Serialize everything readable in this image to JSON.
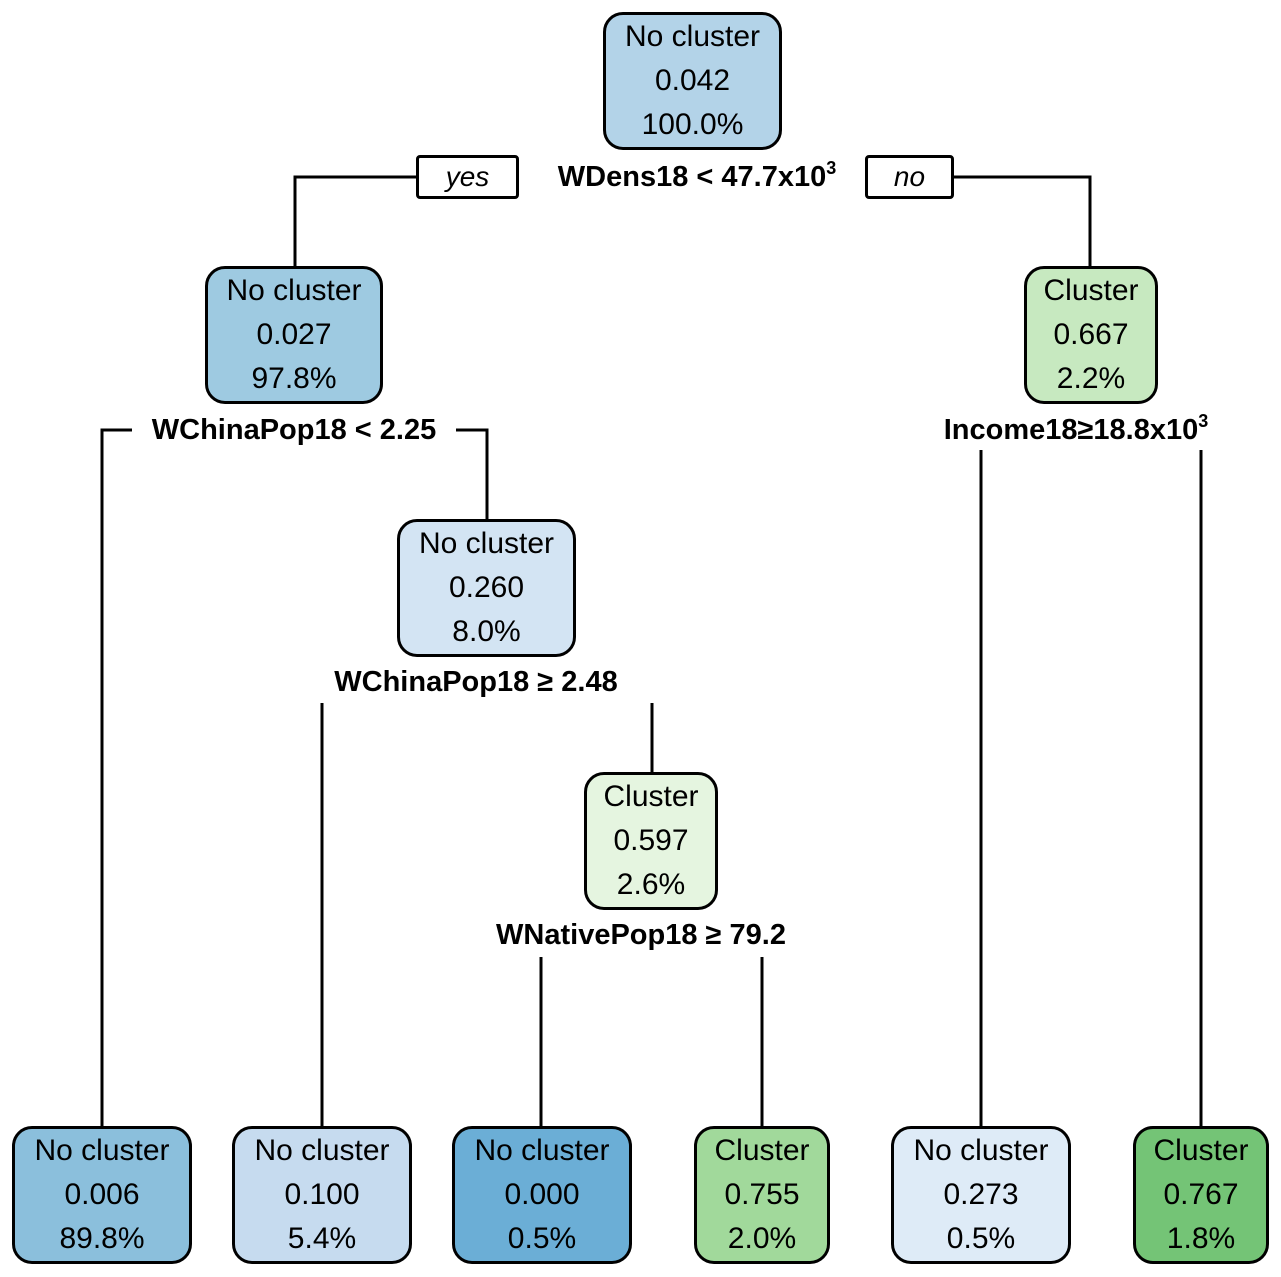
{
  "tree": {
    "nodes": {
      "root": {
        "label": "No cluster",
        "value": "0.042",
        "share": "100.0%",
        "fill": "#b3d3e8"
      },
      "n2": {
        "label": "No cluster",
        "value": "0.027",
        "share": "97.8%",
        "fill": "#9ecae1"
      },
      "n3": {
        "label": "Cluster",
        "value": "0.667",
        "share": "2.2%",
        "fill": "#c7e9c0"
      },
      "n5": {
        "label": "No cluster",
        "value": "0.260",
        "share": "8.0%",
        "fill": "#d3e4f3"
      },
      "n11": {
        "label": "Cluster",
        "value": "0.597",
        "share": "2.6%",
        "fill": "#e5f5e0"
      },
      "leaf1": {
        "label": "No cluster",
        "value": "0.006",
        "share": "89.8%",
        "fill": "#8bbfdc"
      },
      "leaf2": {
        "label": "No cluster",
        "value": "0.100",
        "share": "5.4%",
        "fill": "#c6dbef"
      },
      "leaf3": {
        "label": "No cluster",
        "value": "0.000",
        "share": "0.5%",
        "fill": "#6baed6"
      },
      "leaf4": {
        "label": "Cluster",
        "value": "0.755",
        "share": "2.0%",
        "fill": "#a1d99b"
      },
      "leaf5": {
        "label": "No cluster",
        "value": "0.273",
        "share": "0.5%",
        "fill": "#deebf7"
      },
      "leaf6": {
        "label": "Cluster",
        "value": "0.767",
        "share": "1.8%",
        "fill": "#74c476"
      }
    },
    "splits": {
      "root": {
        "text": "WDens18 < 47.7x10",
        "sup": "3"
      },
      "n2": {
        "text": "WChinaPop18 < 2.25",
        "sup": ""
      },
      "n3": {
        "text": "Income18≥18.8x10",
        "sup": "3"
      },
      "n5": {
        "text": "WChinaPop18 ≥ 2.48",
        "sup": ""
      },
      "n11": {
        "text": "WNativePop18 ≥ 79.2",
        "sup": ""
      }
    },
    "branch_labels": {
      "yes": "yes",
      "no": "no"
    }
  }
}
